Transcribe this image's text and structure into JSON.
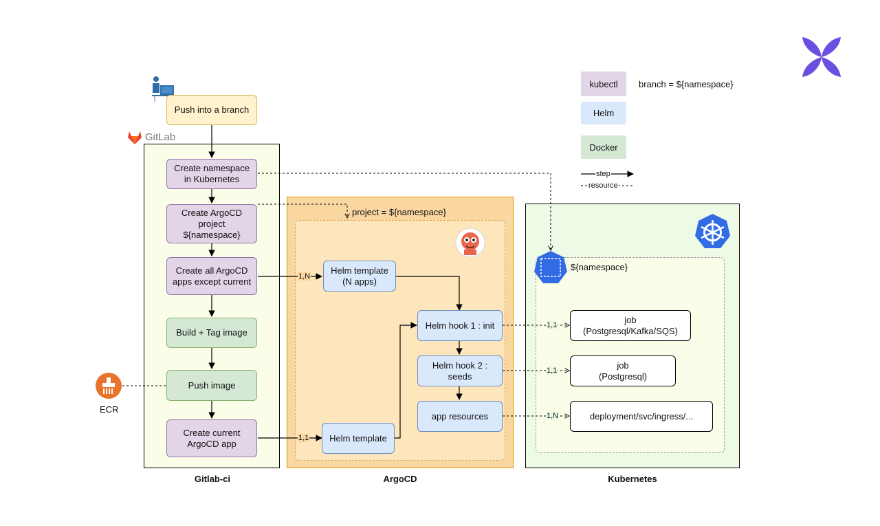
{
  "diagram": {
    "lanes": {
      "gitlab": "Gitlab-ci",
      "argocd": "ArgoCD",
      "kubernetes": "Kubernetes"
    },
    "gitlab_logo_text": "GitLab",
    "ecr_label": "ECR",
    "nodes": {
      "push_branch": "Push into a branch",
      "create_namespace": "Create namespace\nin Kubernetes",
      "create_project": "Create ArgoCD\nproject ${namespace}",
      "create_all_apps": "Create all ArgoCD\napps except current",
      "build_tag": "Build + Tag image",
      "push_image": "Push image",
      "create_current_app": "Create current\nArgoCD app",
      "helm_template_n": "Helm template\n(N apps)",
      "helm_template": "Helm template",
      "hook_init": "Helm hook 1 : init",
      "hook_seeds": "Helm hook 2 : seeds",
      "app_resources": "app resources",
      "job_1": "job\n(Postgresql/Kafka/SQS)",
      "job_2": "job\n(Postgresql)",
      "deployment": "deployment/svc/ingress/..."
    },
    "project_label": "project = ${namespace}",
    "namespace_label": "${namespace}",
    "multiplicities": {
      "apps_to_template_n": "1,N",
      "current_to_template": "1,1",
      "init_to_job1": "1,1",
      "seeds_to_job2": "1,1",
      "resources_to_deployment": "1,N"
    },
    "legend": {
      "kubectl": "kubectl",
      "helm": "Helm",
      "docker": "Docker",
      "branch_note": "branch = ${namespace}",
      "step": "step",
      "resource": "resource"
    },
    "colors": {
      "kubectl": "#e1d5e7",
      "helm": "#dae8fc",
      "docker": "#d5e8d4",
      "trigger": "#fff2cc",
      "argocd_lane": "#fad7a0",
      "argocd_inner": "#fde5bc",
      "gitlab_lane": "#fafde8",
      "kubernetes_lane": "#edfbe6",
      "kubernetes_blue": "#326ce5",
      "ecr_orange": "#e8732c",
      "brand_purple": "#6b4fe0"
    },
    "icons": [
      "developer-icon",
      "gitlab-icon",
      "argocd-icon",
      "kubernetes-icon",
      "namespace-icon",
      "ecr-icon",
      "brand-logo-icon"
    ]
  }
}
